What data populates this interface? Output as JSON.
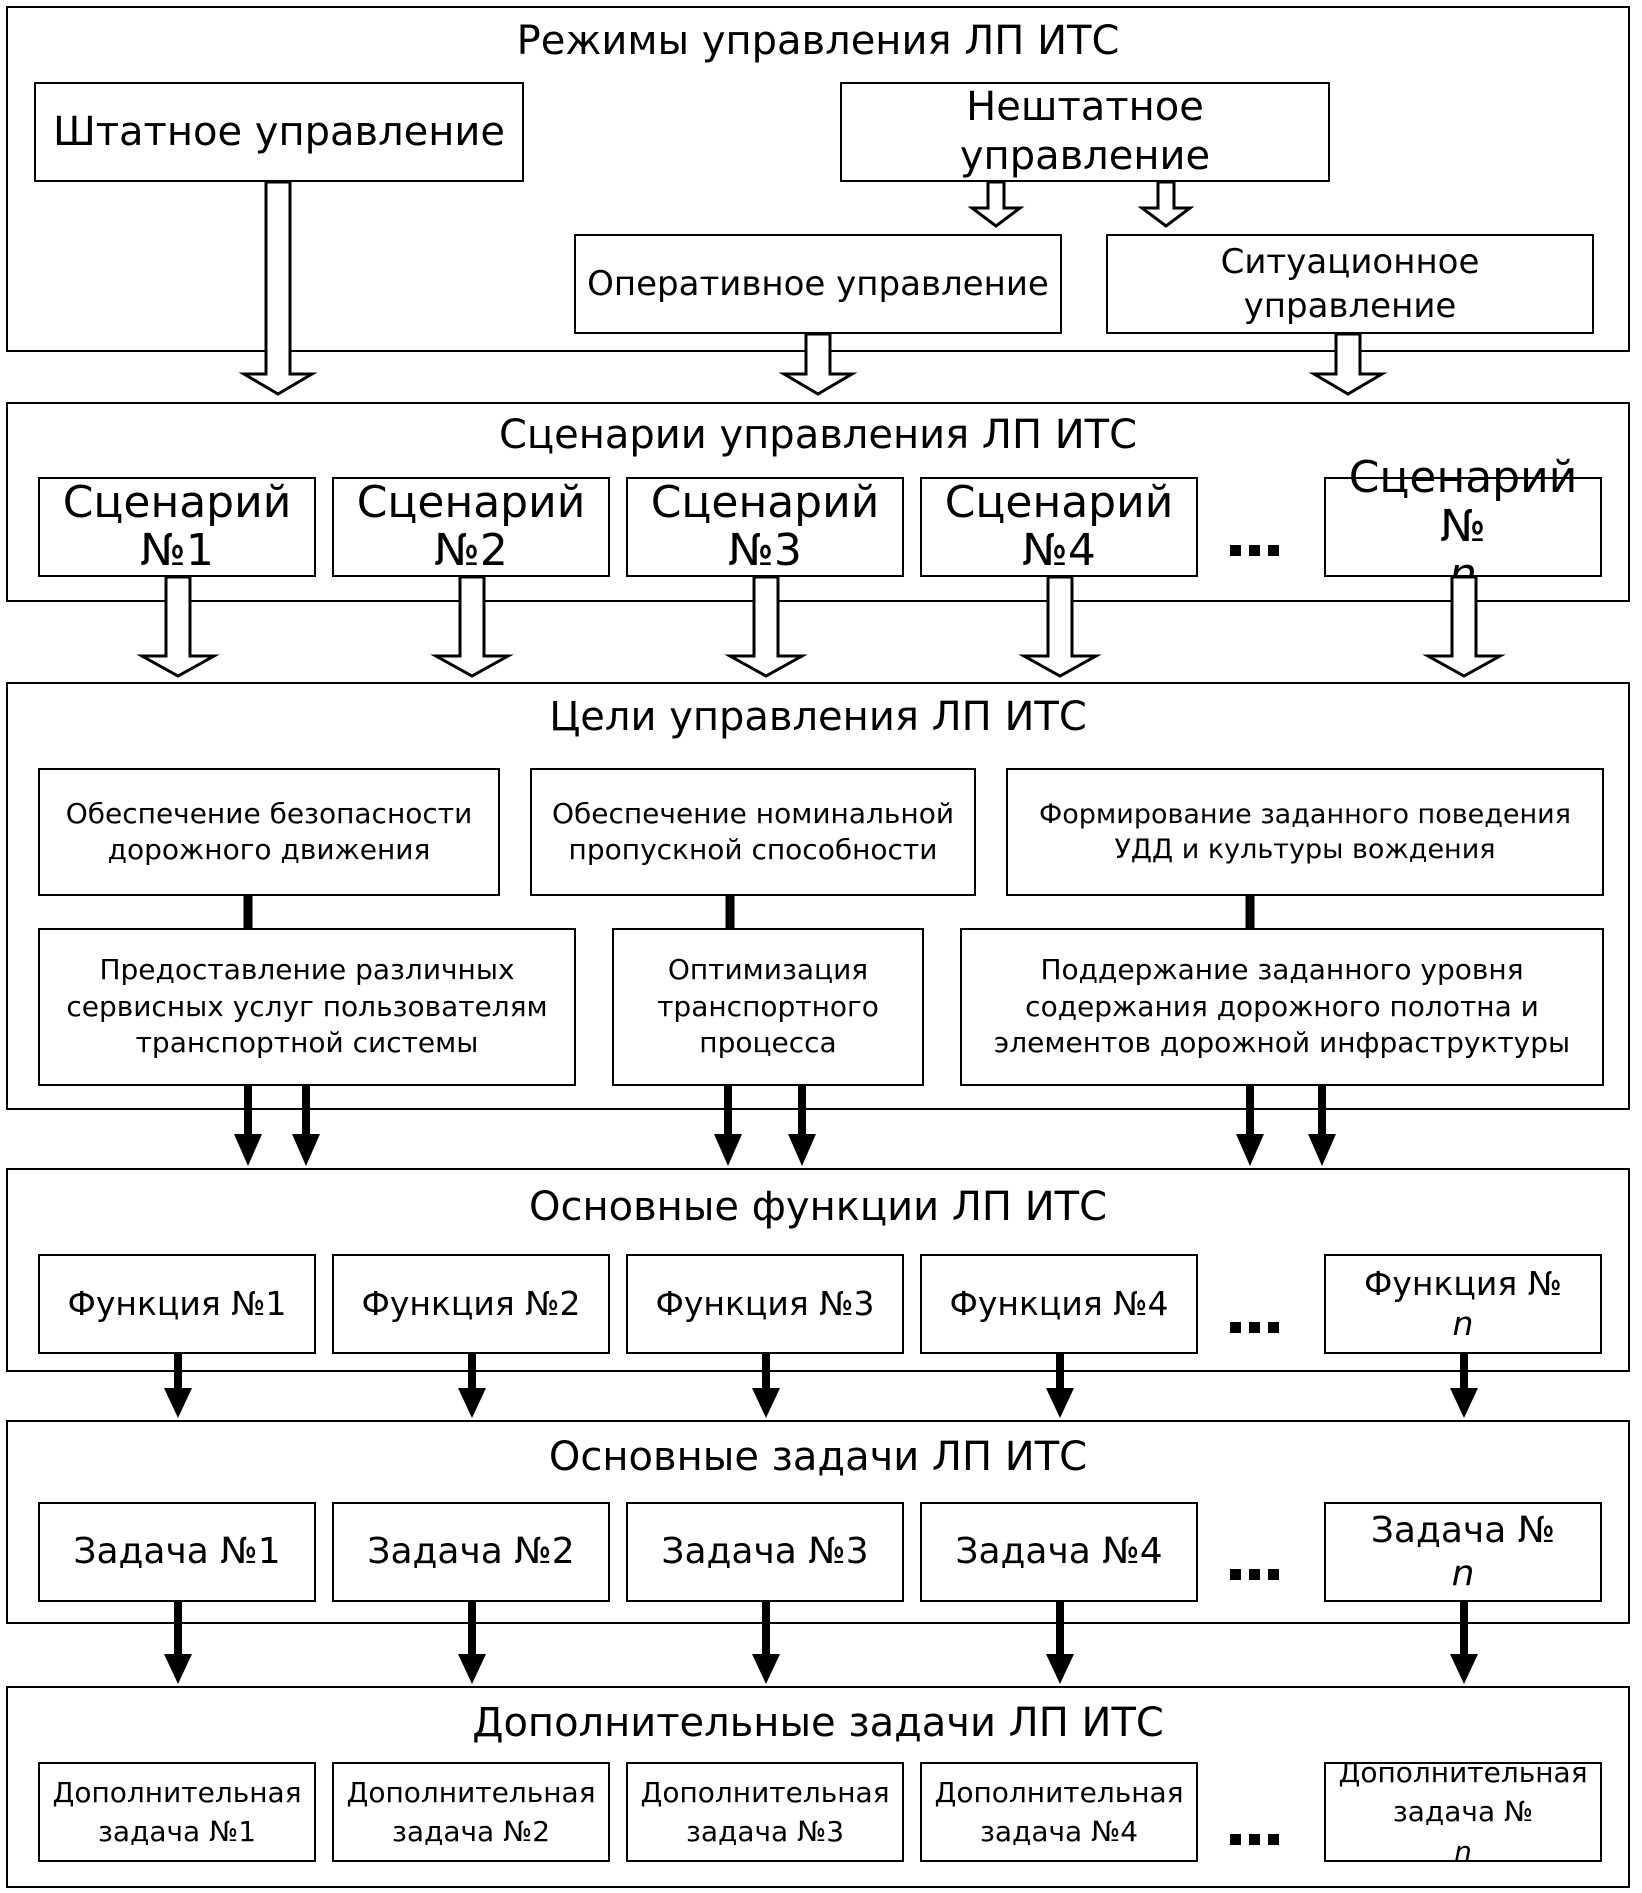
{
  "modes": {
    "title": "Режимы управления ЛП ИТС",
    "normal": "Штатное управление",
    "abnormal_line1": "Нештатное",
    "abnormal_line2": "управление",
    "operative": "Оперативное управление",
    "situational_line1": "Ситуационное",
    "situational_line2": "управление"
  },
  "scenarios": {
    "title": "Сценарии управления ЛП ИТС",
    "items": [
      {
        "line1": "Сценарий",
        "line2": "№1"
      },
      {
        "line1": "Сценарий",
        "line2": "№2"
      },
      {
        "line1": "Сценарий",
        "line2": "№3"
      },
      {
        "line1": "Сценарий",
        "line2": "№4"
      },
      {
        "line1": "Сценарий",
        "line2_prefix": "№",
        "line2_italic": "n"
      }
    ]
  },
  "goals": {
    "title": "Цели управления ЛП ИТС",
    "top": [
      {
        "line1": "Обеспечение безопасности",
        "line2": "дорожного движения"
      },
      {
        "line1": "Обеспечение номинальной",
        "line2": "пропускной способности"
      },
      {
        "line1": "Формирование заданного поведения",
        "line2": "УДД и культуры вождения"
      }
    ],
    "bottom": [
      {
        "line1": "Предоставление различных",
        "line2": "сервисных услуг пользователям",
        "line3": "транспортной системы"
      },
      {
        "line1": "Оптимизация",
        "line2": "транспортного",
        "line3": "процесса"
      },
      {
        "line1": "Поддержание заданного уровня",
        "line2": "содержания дорожного полотна и",
        "line3": "элементов дорожной инфраструктуры"
      }
    ]
  },
  "functions": {
    "title": "Основные функции ЛП ИТС",
    "items": [
      "Функция №1",
      "Функция №2",
      "Функция №3",
      "Функция №4"
    ],
    "last_prefix": "Функция №",
    "last_italic": "n"
  },
  "tasks": {
    "title": "Основные задачи ЛП ИТС",
    "items": [
      "Задача №1",
      "Задача №2",
      "Задача №3",
      "Задача №4"
    ],
    "last_prefix": "Задача №",
    "last_italic": "n"
  },
  "extra_tasks": {
    "title": "Дополнительные задачи ЛП ИТС",
    "items": [
      {
        "line1": "Дополнительная",
        "line2": "задача №1"
      },
      {
        "line1": "Дополнительная",
        "line2": "задача №2"
      },
      {
        "line1": "Дополнительная",
        "line2": "задача №3"
      },
      {
        "line1": "Дополнительная",
        "line2": "задача №4"
      }
    ],
    "last_line1": "Дополнительная",
    "last_prefix": "задача №",
    "last_italic": "n"
  }
}
